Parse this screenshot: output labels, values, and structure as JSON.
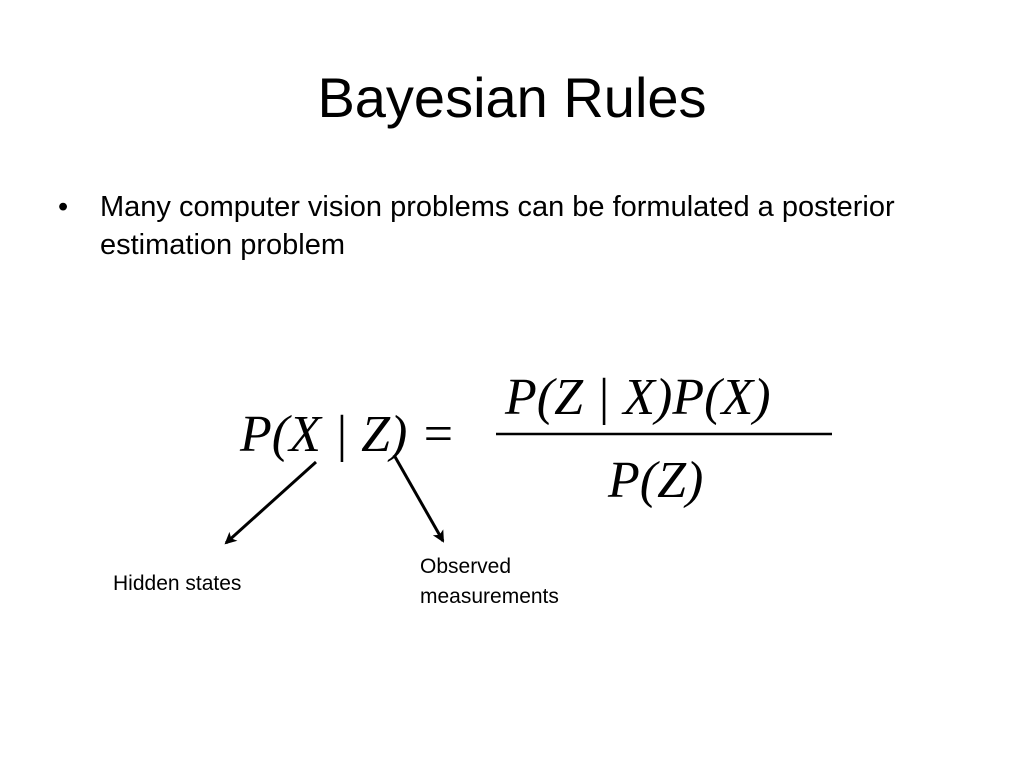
{
  "slide": {
    "title": "Bayesian Rules",
    "bullets": [
      {
        "marker": "•",
        "text": "Many computer vision problems can be formulated a posterior estimation problem"
      }
    ],
    "formula": {
      "lhs": "P(X | Z) =",
      "numerator": "P(Z | X)P(X)",
      "denominator": "P(Z)"
    },
    "annotations": {
      "hidden": "Hidden states",
      "observed": "Observed measurements"
    }
  }
}
